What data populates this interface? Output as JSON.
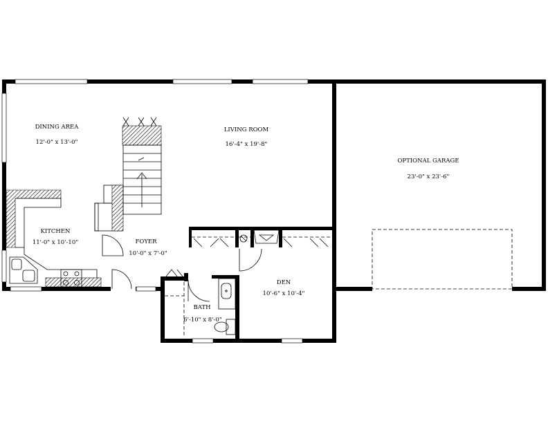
{
  "rooms": {
    "dining": {
      "name": "DINING AREA",
      "size": "12'-0\" x 13'-0\""
    },
    "living": {
      "name": "LIVING ROOM",
      "size": "16'-4\" x 19'-8\""
    },
    "garage": {
      "name": "OPTIONAL GARAGE",
      "size": "23'-0\" x 23'-6\""
    },
    "kitchen": {
      "name": "KITCHEN",
      "size": "11'-0\" x 10'-10\""
    },
    "foyer": {
      "name": "FOYER",
      "size": "10'-0\" x 7'-0\""
    },
    "den": {
      "name": "DEN",
      "size": "10'-6\" x 10'-4\""
    },
    "bath": {
      "name": "BATH",
      "size": "6'-10\" x 8'-0\""
    }
  },
  "colors": {
    "wall": "#000000",
    "background": "#ffffff"
  }
}
